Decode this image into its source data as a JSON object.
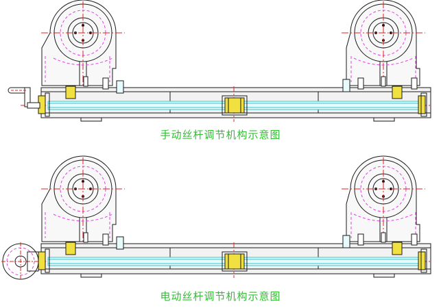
{
  "diagrams": [
    {
      "caption": "手动丝杆调节机构示意图",
      "drive": "hand-crank"
    },
    {
      "caption": "电动丝杆调节机构示意图",
      "drive": "electric-motor"
    }
  ],
  "colors": {
    "outline": "#1a1a1a",
    "centerline": "#e02020",
    "hidden": "#e040e0",
    "shaft": "#30c8d0",
    "nut": "#f0e040",
    "caption": "#2fbf2f",
    "frame_fill": "#f2f2f2"
  }
}
